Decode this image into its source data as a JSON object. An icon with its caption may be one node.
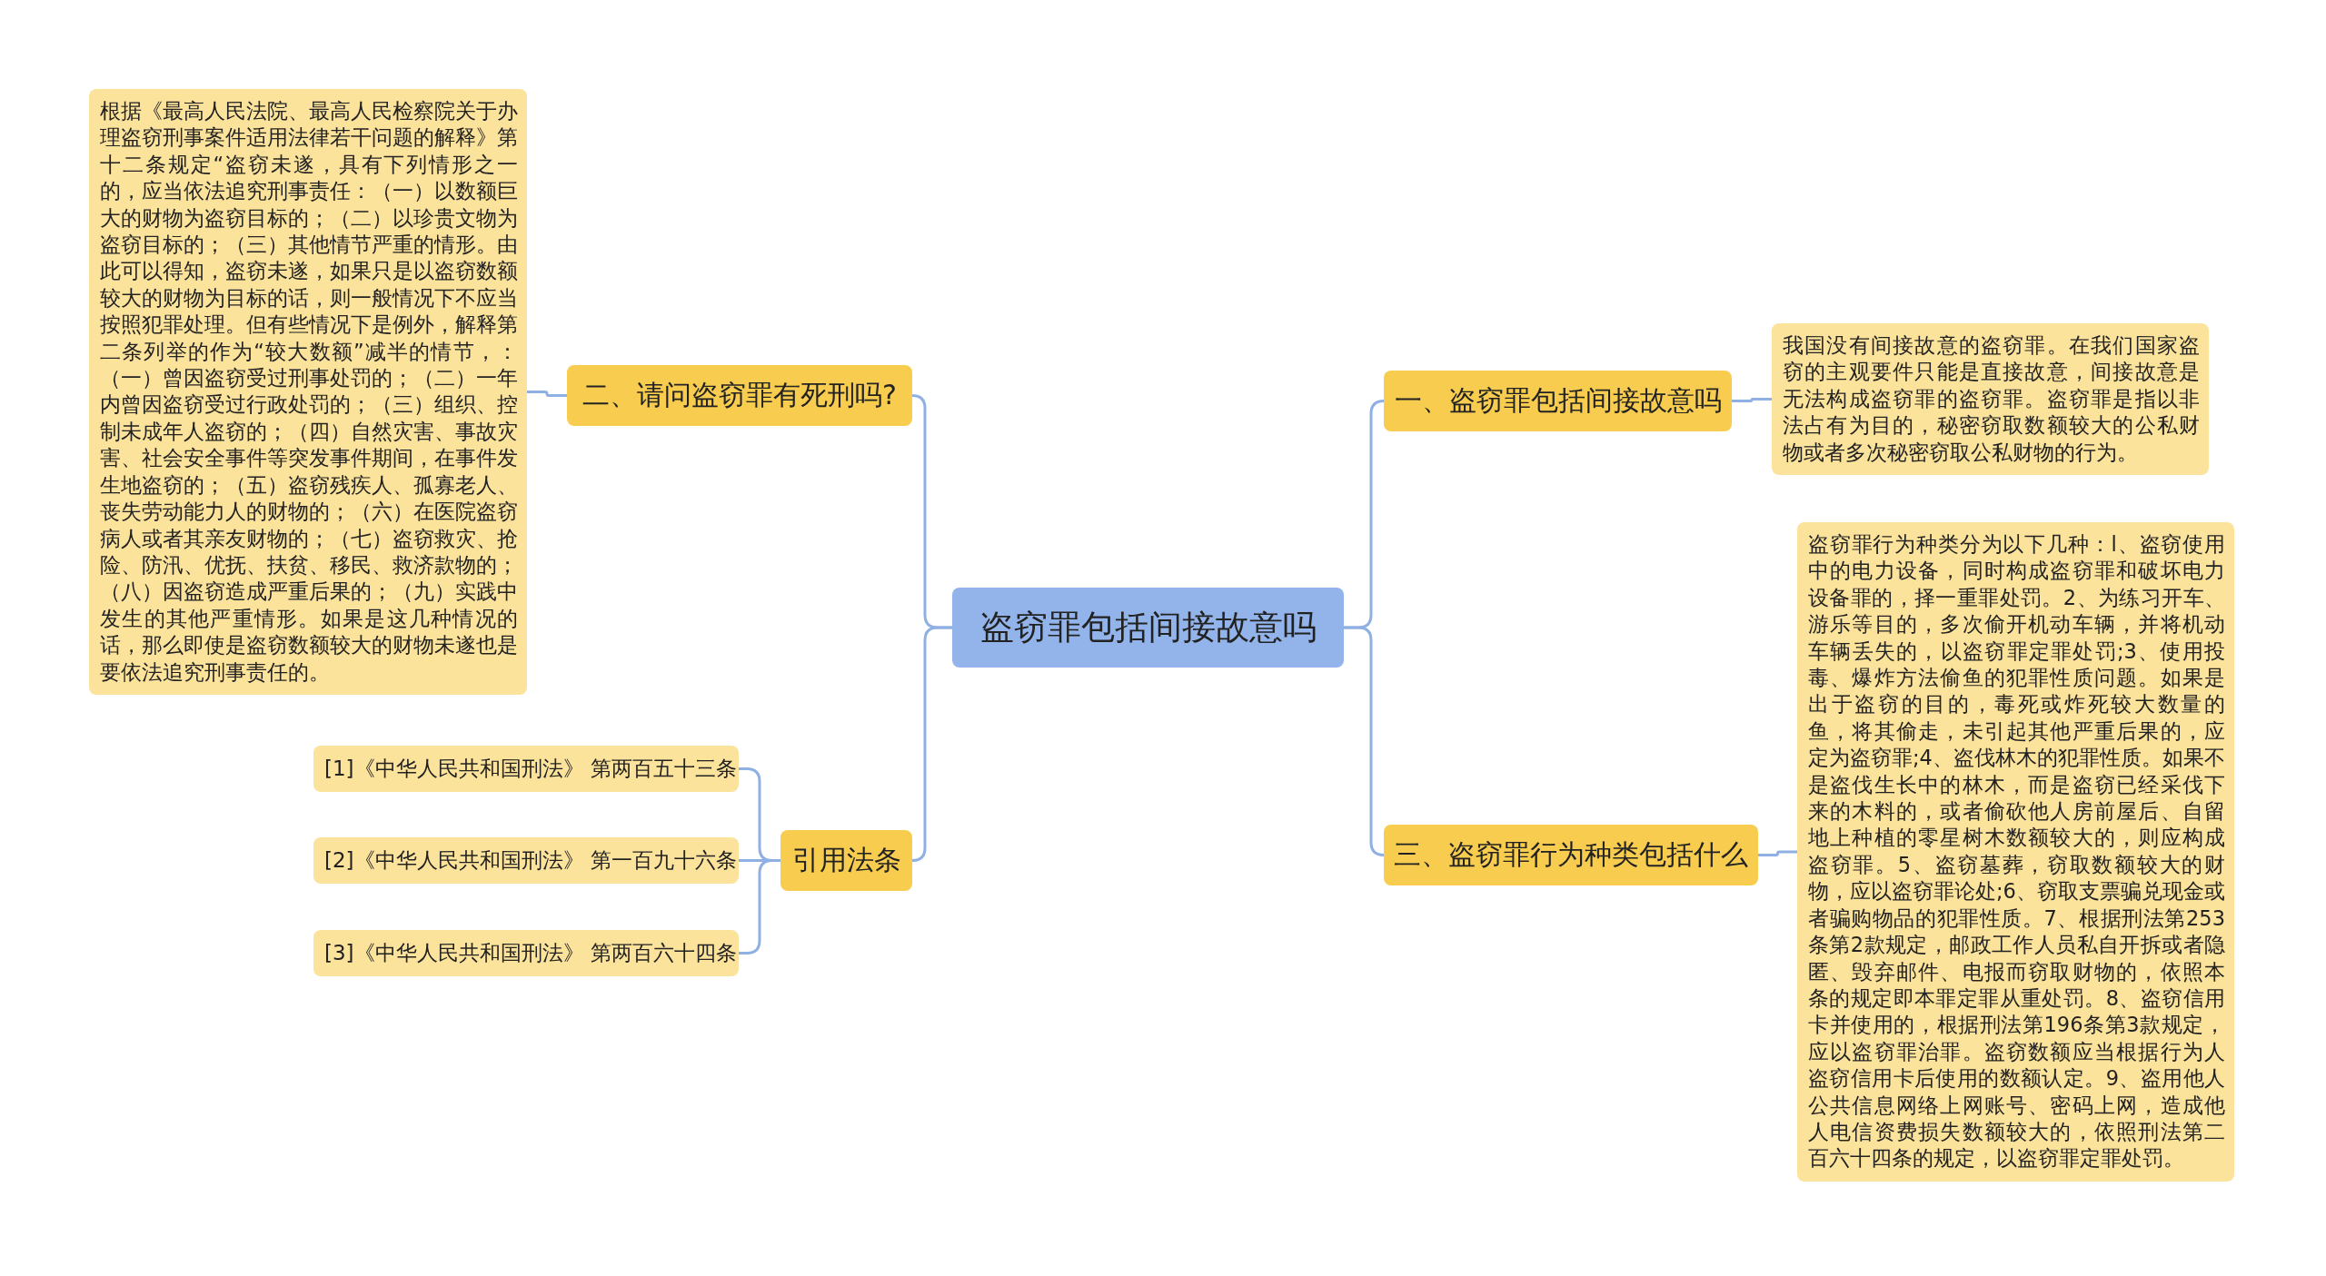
{
  "diagram": {
    "nodes": [
      {
        "text": [
          "盗窃罪包括间接故意吗"
        ]
      },
      {
        "text": [
          "二、请问盗窃罪有死刑吗?"
        ]
      },
      {
        "text": [
          "根据《最高人民法院、最高人民检察院关于办理盗窃刑事案件适用法律若干问题的解释》第十二条规定“盗窃未遂，具有下列情形之一的，应当依法追究刑事责任：（一）以数额巨大的财物为盗窃目标的；（二）以珍贵文物为盗窃目标的；（三）其他情节严重的情形。由此可以得知，盗窃未遂，如果只是以盗窃数额较大的财物为目标的话，则一般情况下不应当按照犯罪处理。但有些情况下是例外，解释第二条列举的作为“较大数额”减半的情节，：（一）曾因盗窃受过刑事处罚的；（二）一年内曾因盗窃受过行政处罚的；（三）组织、控制未成年人盗窃的；（四）自然灾害、事故灾害、社会安全事件等突发事件期间，在事件发生地盗窃的；（五）盗窃残疾人、孤寡老人、丧失劳动能力人的财物的；（六）在医院盗窃病人或者其亲友财物的；（七）盗窃救灾、抢险、防汛、优抚、扶贫、移民、救济款物的；（八）因盗窃造成严重后果的；（九）实践中发生的其他严重情形。如果是这几种情况的话，那么即使是盗窃数额较大的财物未遂也是要依法追究刑事责任的。"
        ]
      },
      {
        "text": [
          "引用法条"
        ]
      },
      {
        "text": [
          "[1]《中华人民共和国刑法》 第两百五十三条"
        ]
      },
      {
        "text": [
          "[2]《中华人民共和国刑法》 第一百九十六条"
        ]
      },
      {
        "text": [
          "[3]《中华人民共和国刑法》 第两百六十四条"
        ]
      },
      {
        "text": [
          "一、盗窃罪包括间接故意吗"
        ]
      },
      {
        "text": [
          "我国没有间接故意的盗窃罪。在我们国家盗窃的主观要件只能是直接故意，间接故意是无法构成盗窃罪的盗窃罪。盗窃罪是指以非法占有为目的，秘密窃取数额较大的公私财物或者多次秘密窃取公私财物的行为。"
        ]
      },
      {
        "text": [
          "三、盗窃罪行为种类包括什么"
        ]
      },
      {
        "text": [
          "盗窃罪行为种类分为以下几种：l、盗窃使用中的电力设备，同时构成盗窃罪和破坏电力设备罪的，择一重罪处罚。2、为练习开车、游乐等目的，多次偷开机动车辆，并将机动车辆丢失的，以盗窃罪定罪处罚;3、使用投毒、爆炸方法偷鱼的犯罪性质问题。如果是出于盗窃的目的，毒死或炸死较大数量的鱼，将其偷走，未引起其他严重后果的，应定为盗窃罪;4、盗伐林木的犯罪性质。如果不是盗伐生长中的林木，而是盗窃已经采伐下来的木料的，或者偷砍他人房前屋后、自留地上种植的零星树木数额较大的，则应构成盗窃罪。5、盗窃墓葬，窃取数额较大的财物，应以盗窃罪论处;6、窃取支票骗兑现金或者骗购物品的犯罪性质。7、根据刑法第253条第2款规定，邮政工作人员私自开拆或者隐匿、毁弃邮件、电报而窃取财物的，依照本条的规定即本罪定罪从重处罚。8、盗窃信用卡并使用的，根据刑法第196条第3款规定，应以盗窃罪治罪。盗窃数额应当根据行为人盗窃信用卡后使用的数额认定。9、盗用他人公共信息网络上网账号、密码上网，造成他人电信资费损失数额较大的，依照刑法第二百六十四条的规定，以盗窃罪定罪处罚。"
        ]
      }
    ],
    "edges": [
      {
        "from": 0,
        "to": 1,
        "arrow": "none"
      },
      {
        "from": 1,
        "to": 2,
        "arrow": "none"
      },
      {
        "from": 0,
        "to": 3,
        "arrow": "none"
      },
      {
        "from": 3,
        "to": 4,
        "arrow": "none"
      },
      {
        "from": 3,
        "to": 5,
        "arrow": "none"
      },
      {
        "from": 3,
        "to": 6,
        "arrow": "none"
      },
      {
        "from": 0,
        "to": 7,
        "arrow": "none"
      },
      {
        "from": 7,
        "to": 8,
        "arrow": "none"
      },
      {
        "from": 0,
        "to": 9,
        "arrow": "none"
      },
      {
        "from": 9,
        "to": 10,
        "arrow": "none"
      }
    ]
  }
}
